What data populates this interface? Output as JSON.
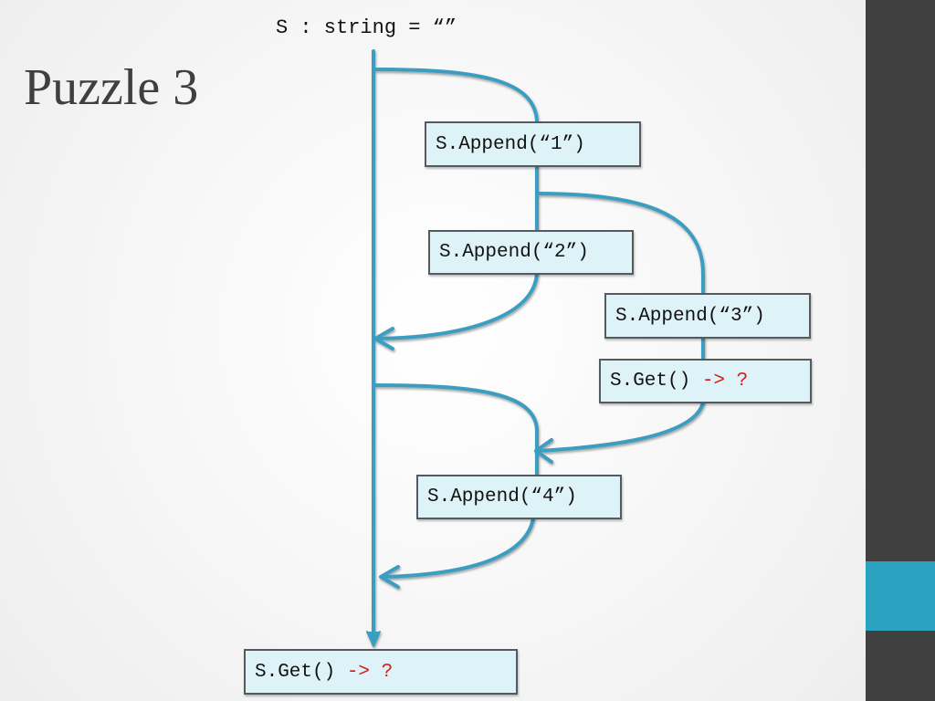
{
  "slide": {
    "title": "Puzzle 3",
    "declaration": "S : string = “”"
  },
  "boxes": {
    "append1": "S.Append(“1”)",
    "append2": "S.Append(“2”)",
    "append3": "S.Append(“3”)",
    "get_inner": {
      "call": "S.Get() ",
      "result": "-> ?"
    },
    "append4": "S.Append(“4”)",
    "get_final": {
      "call": "S.Get() ",
      "result": "-> ?"
    }
  },
  "colors": {
    "flow_line": "#3a9ec0",
    "box_fill": "#def3f8",
    "result_text": "#d51a1a",
    "sidebar": "#404040",
    "sidebar_accent": "#2aa2c0"
  }
}
